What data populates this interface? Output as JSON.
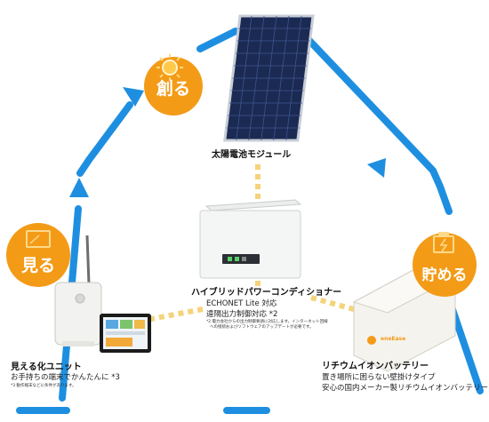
{
  "badges": {
    "create": "創る",
    "view": "見る",
    "store": "貯める"
  },
  "solar": {
    "label": "太陽電池モジュール"
  },
  "power_conditioner": {
    "title": "ハイブリッドパワーコンディショナー",
    "line1": "ECHONET Lite 対応",
    "line2": "遠隔出力制御対応 *2",
    "note1": "*2 電力会社からの出力制御要請に対応します。インターネット回線",
    "note2": "への接続およびソフトウェアのアップデートが必要です。"
  },
  "monitor": {
    "title": "見える化ユニット",
    "line1": "お手持ちの端末でかんたんに *3",
    "note1": "*3 動作端末などに条件があります。"
  },
  "battery": {
    "title": "リチウムイオンバッテリー",
    "line1": "置き場所に困らない壁掛けタイプ",
    "line2": "安心の国内メーカー製リチウムイオンバッテリーを採用",
    "brand": "eneEase"
  },
  "colors": {
    "accent_orange": "#f39b17",
    "house_blue": "#1e8fe0",
    "dotted_yellow": "#f4d37a"
  },
  "icons": {
    "create": "sun-icon",
    "view": "screen-icon",
    "store": "battery-icon"
  }
}
